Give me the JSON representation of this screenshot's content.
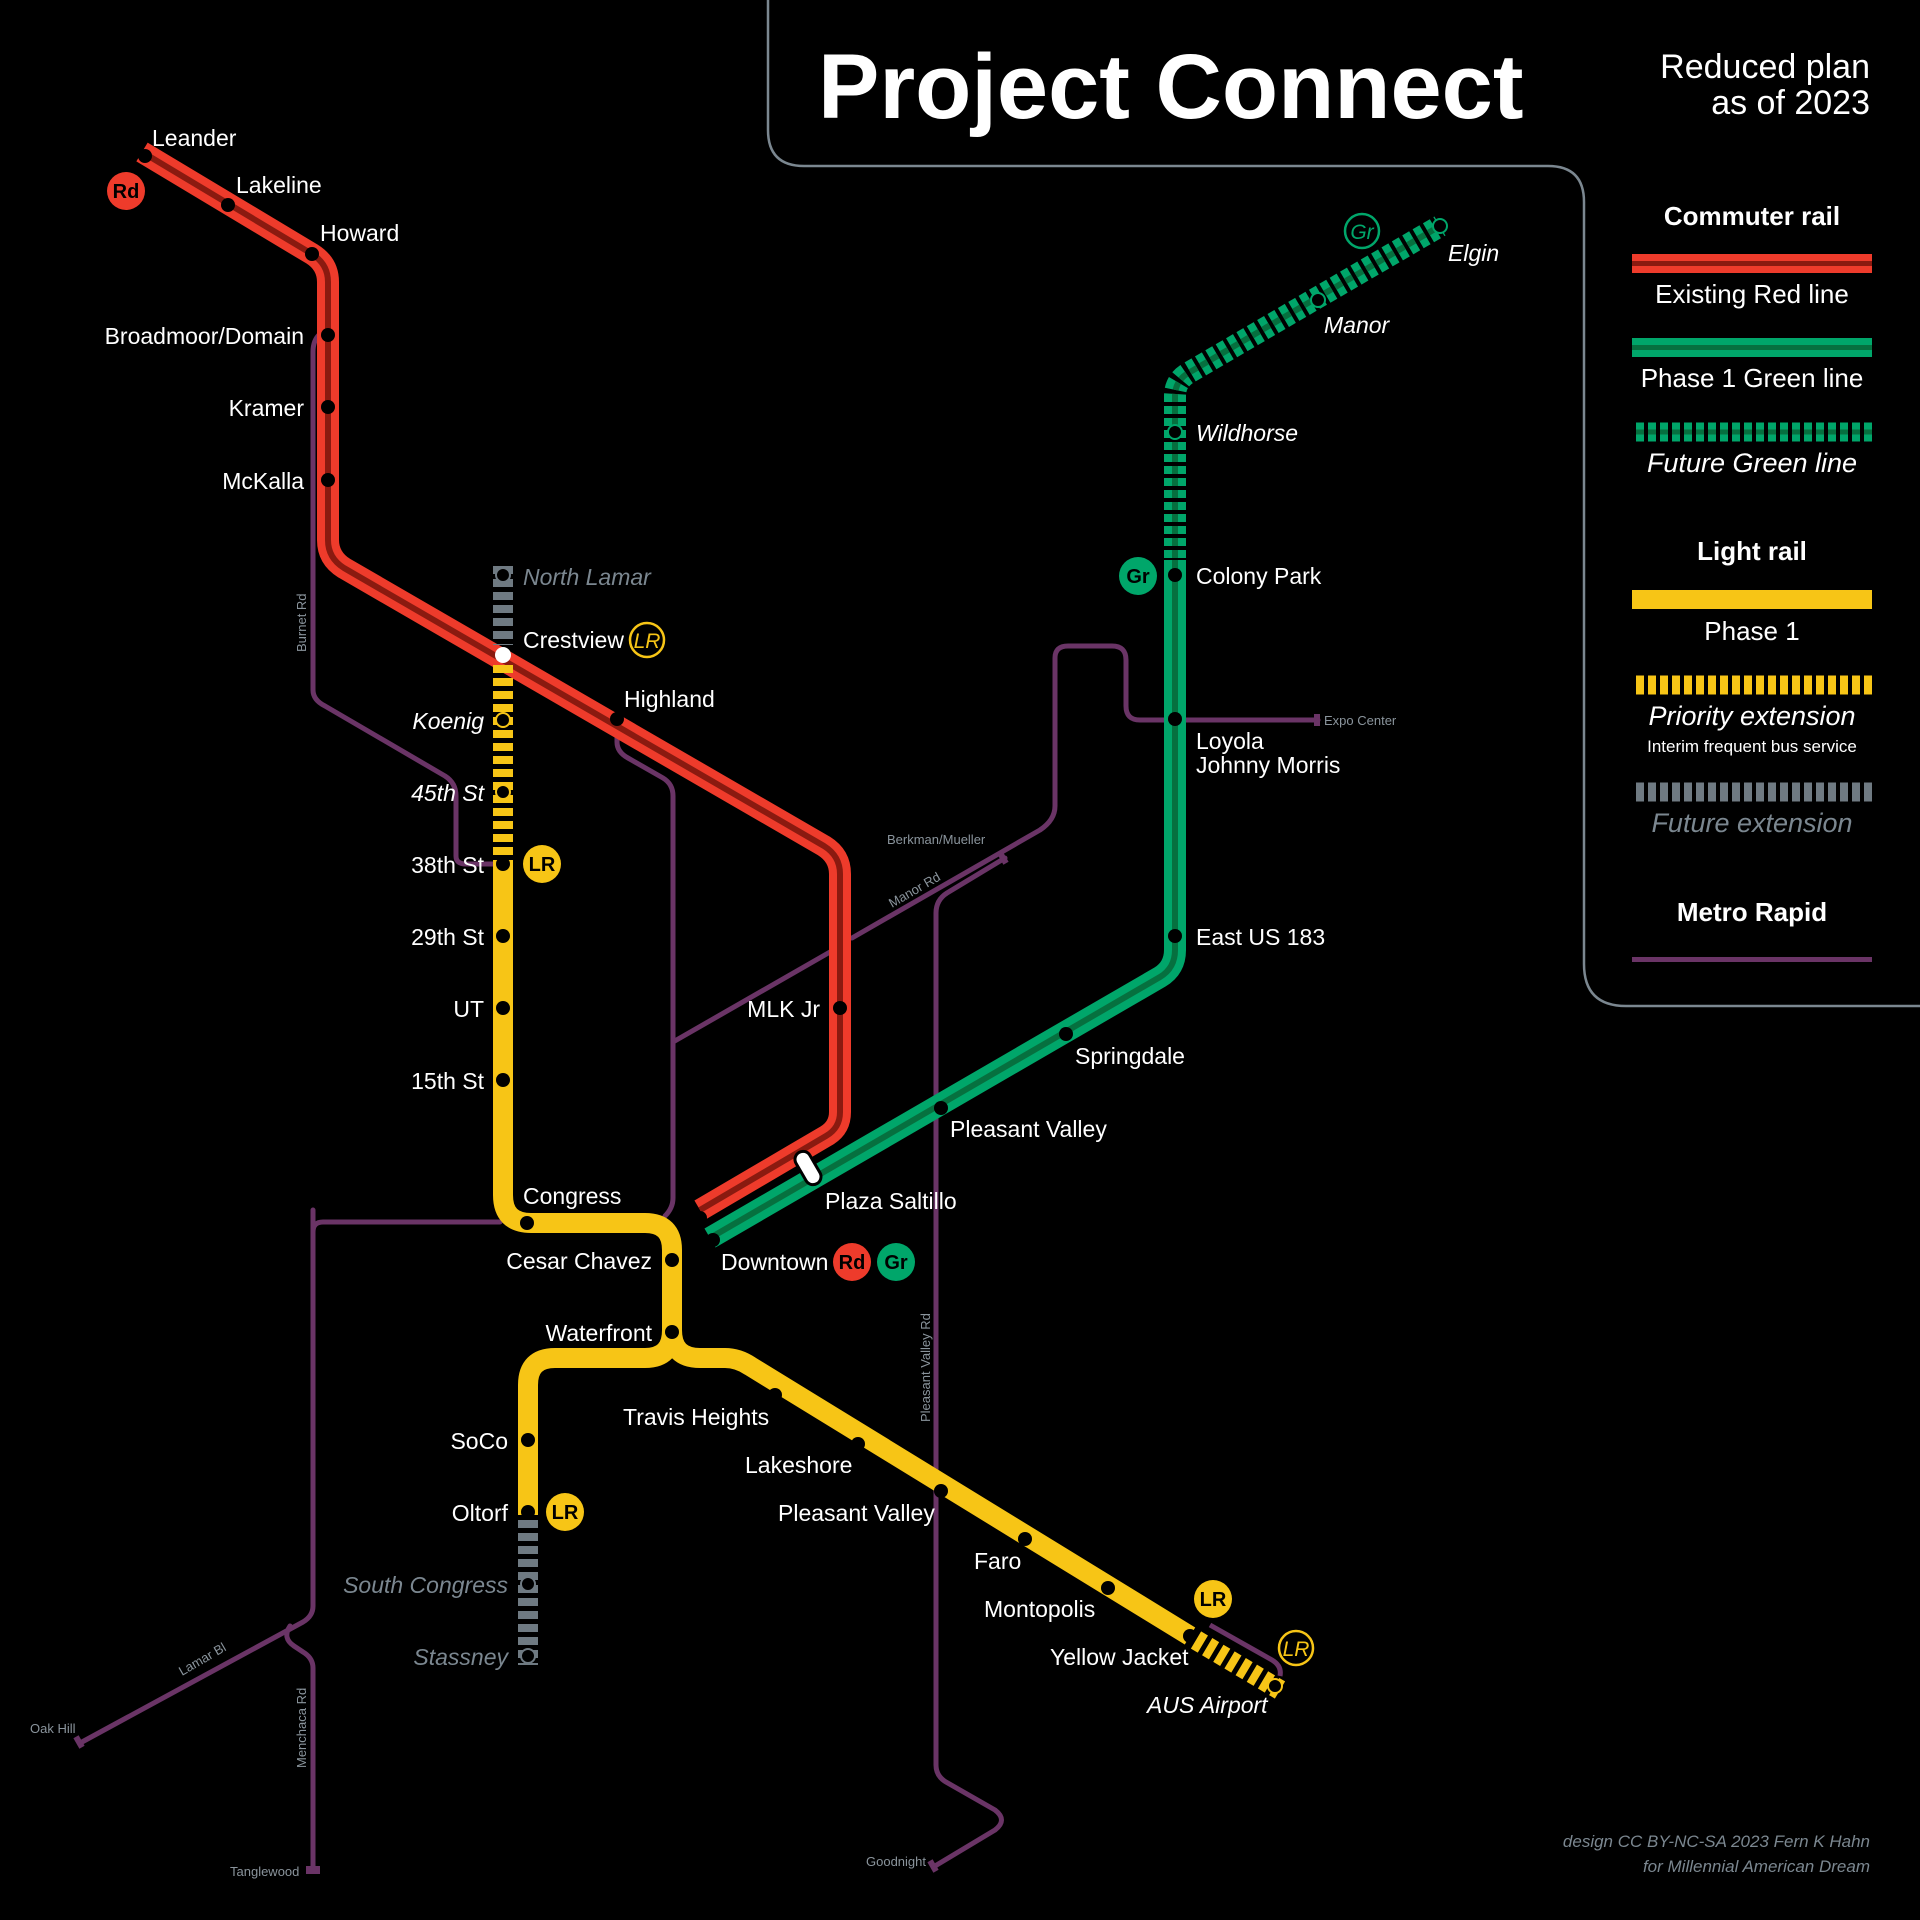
{
  "header": {
    "title": "Project Connect",
    "subtitle_line1": "Reduced plan",
    "subtitle_line2": "as of 2023"
  },
  "colors": {
    "background": "#000000",
    "red": "#ee3b2b",
    "red_inner": "#8a1a10",
    "green": "#00a66a",
    "green_inner": "#06703f",
    "yellow": "#f7c516",
    "gray_extension": "#6f7a82",
    "metro_rapid": "#6a3466",
    "frame": "#7b8790"
  },
  "legend": {
    "commuter_rail_heading": "Commuter rail",
    "existing_red_line": "Existing Red line",
    "phase1_green_line": "Phase 1 Green line",
    "future_green_line": "Future Green line",
    "light_rail_heading": "Light rail",
    "phase1": "Phase 1",
    "priority_extension": "Priority extension",
    "priority_note": "Interim frequent bus service",
    "future_extension": "Future extension",
    "metro_rapid_heading": "Metro Rapid"
  },
  "badges": {
    "red": "Rd",
    "green": "Gr",
    "light_rail": "LR"
  },
  "red_line": {
    "stations": [
      "Leander",
      "Lakeline",
      "Howard",
      "Broadmoor/Domain",
      "Kramer",
      "McKalla",
      "Crestview",
      "Highland",
      "MLK Jr",
      "Plaza Saltillo",
      "Downtown"
    ]
  },
  "green_line": {
    "stations": [
      "Downtown",
      "Plaza Saltillo",
      "Pleasant Valley",
      "Springdale",
      "East US 183",
      "Loyola",
      "Johnny Morris",
      "Colony Park"
    ],
    "future_stations": [
      "Wildhorse",
      "Manor",
      "Elgin"
    ]
  },
  "light_rail": {
    "phase1_stations": [
      "38th St",
      "29th St",
      "UT",
      "15th St",
      "Congress",
      "Cesar Chavez",
      "Waterfront",
      "SoCo",
      "Oltorf",
      "Travis Heights",
      "Lakeshore",
      "Pleasant Valley",
      "Faro",
      "Montopolis",
      "Yellow Jacket"
    ],
    "priority_extension_stations": [
      "Crestview",
      "Koenig",
      "45th St",
      "AUS Airport"
    ],
    "future_extension_stations": [
      "North Lamar",
      "South Congress",
      "Stassney"
    ]
  },
  "metro_rapid": {
    "labels": [
      "Burnet Rd",
      "Manor Rd",
      "Berkman/Mueller",
      "Expo Center",
      "Pleasant Valley Rd",
      "Goodnight",
      "Lamar Bl",
      "Oak Hill",
      "Menchaca Rd",
      "Tanglewood"
    ]
  },
  "stations": {
    "leander": "Leander",
    "lakeline": "Lakeline",
    "howard": "Howard",
    "broadmoor": "Broadmoor/Domain",
    "kramer": "Kramer",
    "mckalla": "McKalla",
    "north_lamar": "North Lamar",
    "crestview": "Crestview",
    "highland": "Highland",
    "koenig": "Koenig",
    "st45": "45th St",
    "st38": "38th St",
    "st29": "29th St",
    "ut": "UT",
    "st15": "15th St",
    "mlk": "MLK Jr",
    "congress": "Congress",
    "cesar_chavez": "Cesar Chavez",
    "waterfront": "Waterfront",
    "plaza_saltillo": "Plaza Saltillo",
    "downtown": "Downtown",
    "soco": "SoCo",
    "oltorf": "Oltorf",
    "south_congress": "South Congress",
    "stassney": "Stassney",
    "travis_heights": "Travis Heights",
    "lakeshore": "Lakeshore",
    "pleasant_valley_lr": "Pleasant Valley",
    "faro": "Faro",
    "montopolis": "Montopolis",
    "yellow_jacket": "Yellow Jacket",
    "aus_airport": "AUS Airport",
    "pleasant_valley_gr": "Pleasant Valley",
    "springdale": "Springdale",
    "east_us183": "East US 183",
    "loyola": "Loyola",
    "johnny_morris": "Johnny Morris",
    "colony_park": "Colony Park",
    "wildhorse": "Wildhorse",
    "manor": "Manor",
    "elgin": "Elgin"
  },
  "roads": {
    "burnet": "Burnet Rd",
    "manor_rd": "Manor Rd",
    "berkman": "Berkman/Mueller",
    "expo": "Expo Center",
    "pv_rd": "Pleasant Valley Rd",
    "goodnight": "Goodnight",
    "lamar_bl": "Lamar Bl",
    "oak_hill": "Oak Hill",
    "menchaca": "Menchaca Rd",
    "tanglewood": "Tanglewood"
  },
  "credit": {
    "line1": "design CC BY-NC-SA 2023 Fern K Hahn",
    "line2": "for Millennial American Dream"
  }
}
